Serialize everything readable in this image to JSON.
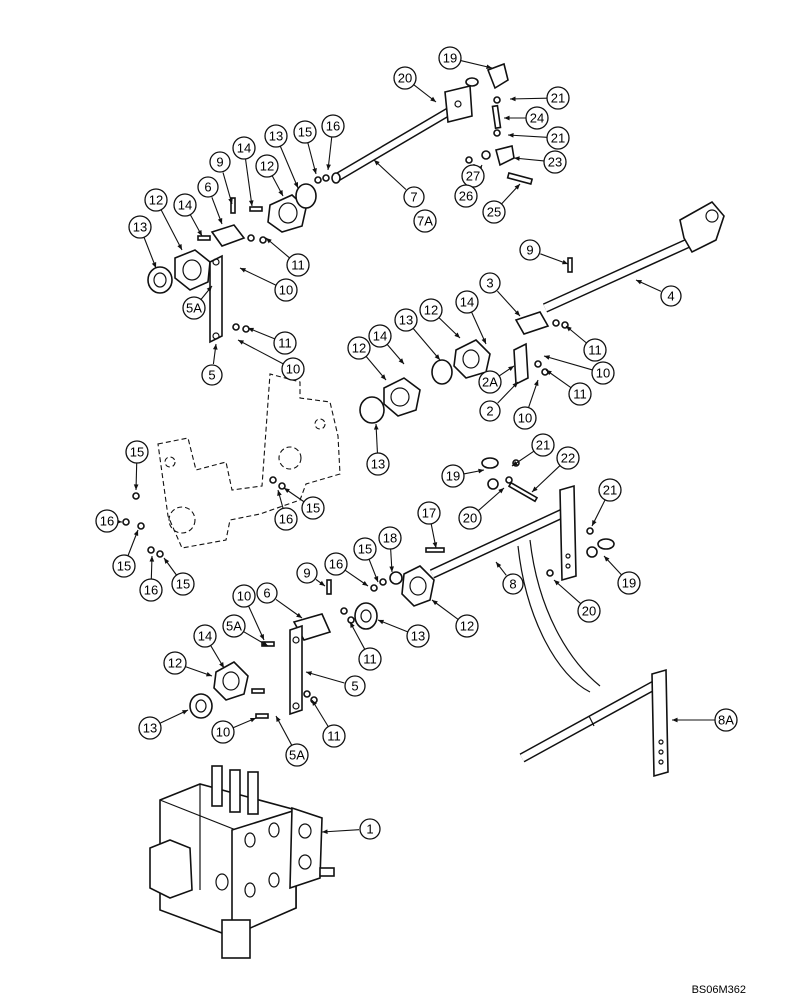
{
  "figure_code": "BS06M362",
  "callouts": [
    {
      "label": "19"
    },
    {
      "label": "20"
    },
    {
      "label": "21"
    },
    {
      "label": "24"
    },
    {
      "label": "21"
    },
    {
      "label": "23"
    },
    {
      "label": "27"
    },
    {
      "label": "26"
    },
    {
      "label": "25"
    },
    {
      "label": "7"
    },
    {
      "label": "7A"
    },
    {
      "label": "16"
    },
    {
      "label": "15"
    },
    {
      "label": "13"
    },
    {
      "label": "14"
    },
    {
      "label": "12"
    },
    {
      "label": "9"
    },
    {
      "label": "6"
    },
    {
      "label": "14"
    },
    {
      "label": "12"
    },
    {
      "label": "13"
    },
    {
      "label": "11"
    },
    {
      "label": "10"
    },
    {
      "label": "5A"
    },
    {
      "label": "11"
    },
    {
      "label": "10"
    },
    {
      "label": "5"
    },
    {
      "label": "9"
    },
    {
      "label": "4"
    },
    {
      "label": "3"
    },
    {
      "label": "14"
    },
    {
      "label": "12"
    },
    {
      "label": "13"
    },
    {
      "label": "14"
    },
    {
      "label": "12"
    },
    {
      "label": "11"
    },
    {
      "label": "2A"
    },
    {
      "label": "10"
    },
    {
      "label": "11"
    },
    {
      "label": "2"
    },
    {
      "label": "10"
    },
    {
      "label": "13"
    },
    {
      "label": "15"
    },
    {
      "label": "16"
    },
    {
      "label": "15"
    },
    {
      "label": "16"
    },
    {
      "label": "15"
    },
    {
      "label": "16"
    },
    {
      "label": "15"
    },
    {
      "label": "21"
    },
    {
      "label": "22"
    },
    {
      "label": "19"
    },
    {
      "label": "20"
    },
    {
      "label": "17"
    },
    {
      "label": "18"
    },
    {
      "label": "15"
    },
    {
      "label": "16"
    },
    {
      "label": "9"
    },
    {
      "label": "8"
    },
    {
      "label": "21"
    },
    {
      "label": "19"
    },
    {
      "label": "20"
    },
    {
      "label": "12"
    },
    {
      "label": "13"
    },
    {
      "label": "11"
    },
    {
      "label": "6"
    },
    {
      "label": "10"
    },
    {
      "label": "5A"
    },
    {
      "label": "5"
    },
    {
      "label": "14"
    },
    {
      "label": "12"
    },
    {
      "label": "13"
    },
    {
      "label": "10"
    },
    {
      "label": "11"
    },
    {
      "label": "5A"
    },
    {
      "label": "8A"
    },
    {
      "label": "1"
    }
  ]
}
